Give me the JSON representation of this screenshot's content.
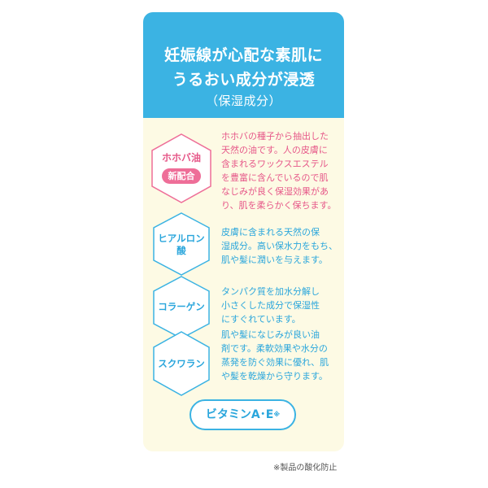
{
  "header": {
    "line1": "妊娠線が心配な素肌に",
    "line2": "うるおい成分が浸透",
    "line3": "（保湿成分）"
  },
  "ingredients": [
    {
      "label_lines": [
        "ホホバ油"
      ],
      "badge": "新配合",
      "desc_lines": [
        "ホホバの種子から抽出した",
        "天然の油です。人の皮膚に",
        "含まれるワックスエステル",
        "を豊富に含んでいるので肌",
        "なじみが良く保湿効果があ",
        "り、肌を柔らかく保ちます。"
      ]
    },
    {
      "label_lines": [
        "ヒアルロン",
        "酸"
      ],
      "desc_lines": [
        "皮膚に含まれる天然の保",
        "湿成分。高い保水力をもち、",
        "肌や髪に潤いを与えます。"
      ]
    },
    {
      "label_lines": [
        "コラーゲン"
      ],
      "desc_lines": [
        "タンパク質を加水分解し",
        "小さくした成分で保湿性",
        "にすぐれています。"
      ]
    },
    {
      "label_lines": [
        "スクワラン"
      ],
      "desc_lines": [
        "肌や髪になじみが良い油",
        "剤です。柔軟効果や水分の",
        "蒸発を防ぐ効果に優れ、肌",
        "や髪を乾燥から守ります。"
      ]
    }
  ],
  "vitamin": {
    "label": "ビタミンA･E",
    "mark": "※"
  },
  "footnote": "※製品の酸化防止",
  "colors": {
    "header_blue": "#3bb3e3",
    "text_blue": "#2aa6dc",
    "pink": "#e65889",
    "card_bg": "#fdfae4"
  },
  "icons": [
    "hexagon-frame-icon"
  ]
}
